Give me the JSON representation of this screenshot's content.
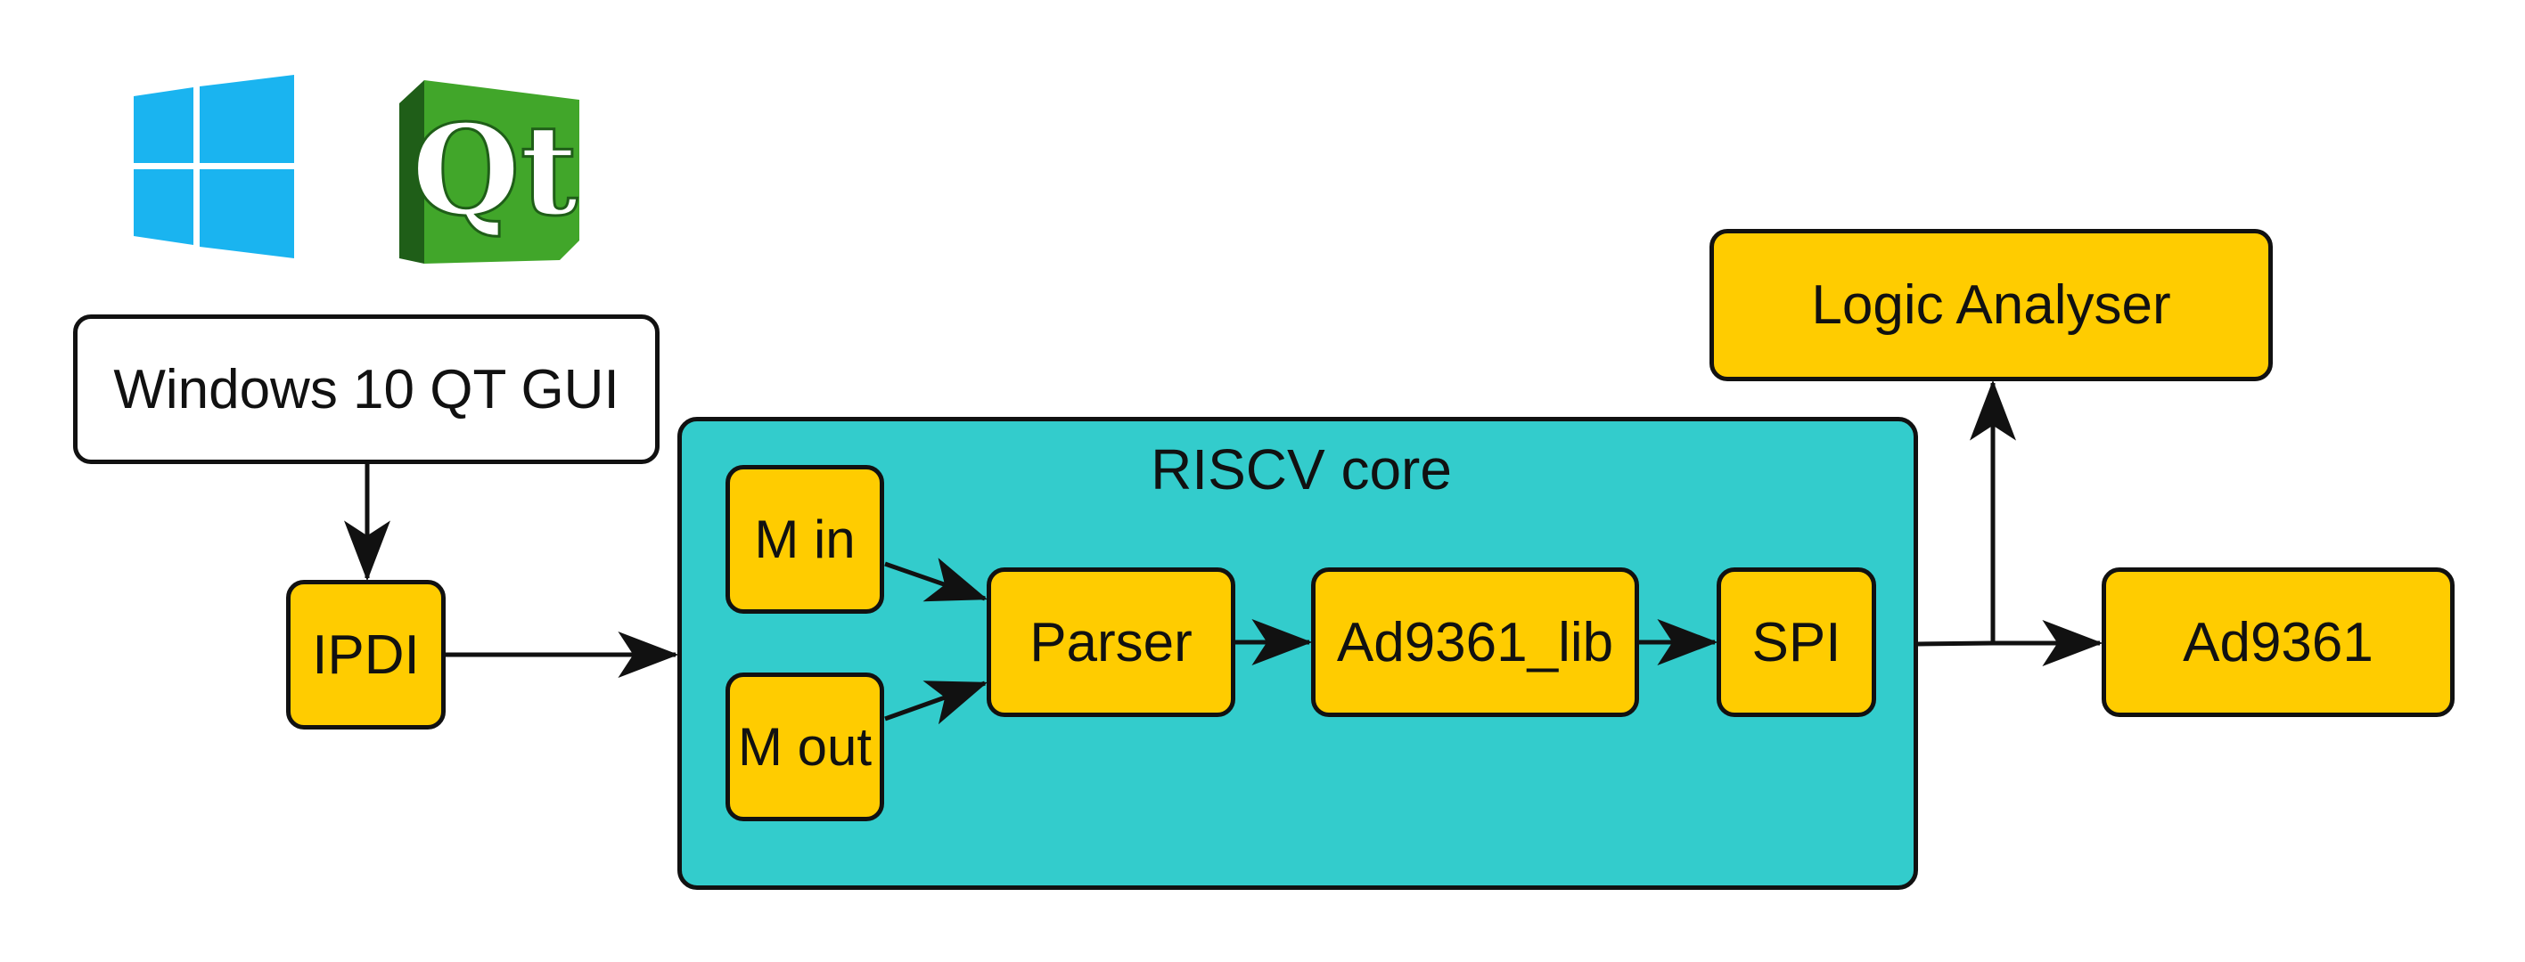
{
  "colors": {
    "block_fill": "#ffcc00",
    "core_fill": "#33cccc",
    "gui_fill": "#ffffff",
    "stroke": "#111111",
    "windows_logo": "#1ab4f0",
    "qt_logo": "#41a62a"
  },
  "logos": {
    "windows": "windows-logo-icon",
    "qt": {
      "icon": "qt-logo-icon",
      "text": "Qt"
    }
  },
  "nodes": {
    "gui": "Windows 10 QT GUI",
    "ipdi": "IPDI",
    "core": "RISCV core",
    "m_in": "M in",
    "m_out": "M out",
    "parser": "Parser",
    "lib": "Ad9361_lib",
    "spi": "SPI",
    "logic": "Logic Analyser",
    "ad9361": "Ad9361"
  },
  "edges": [
    {
      "from": "gui",
      "to": "ipdi"
    },
    {
      "from": "ipdi",
      "to": "core"
    },
    {
      "from": "m_in",
      "to": "parser"
    },
    {
      "from": "m_out",
      "to": "parser"
    },
    {
      "from": "parser",
      "to": "lib"
    },
    {
      "from": "lib",
      "to": "spi"
    },
    {
      "from": "core",
      "to": "logic"
    },
    {
      "from": "core",
      "to": "ad9361"
    }
  ]
}
